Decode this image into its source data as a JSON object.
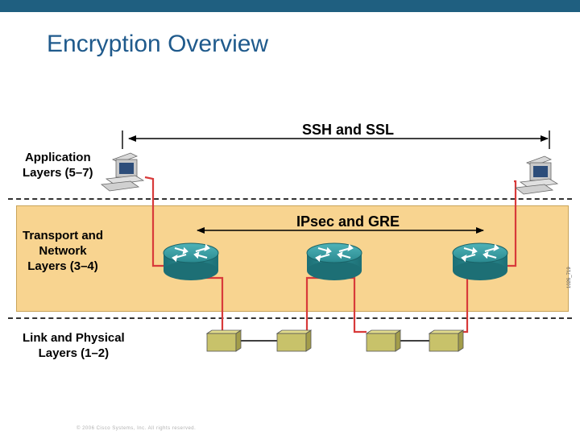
{
  "slide": {
    "title": "Encryption Overview",
    "copyright": "© 2006 Cisco Systems, Inc. All rights reserved.",
    "figure_code": "1026_719"
  },
  "layers": {
    "application": "Application\nLayers (5–7)",
    "transport": "Transport and\nNetwork\nLayers (3–4)",
    "link": "Link and Physical\nLayers (1–2)"
  },
  "spans": {
    "ssh_ssl": "SSH and SSL",
    "ipsec_gre": "IPsec and GRE"
  },
  "colors": {
    "title": "#1f5a8c",
    "top_bar": "#1f5f80",
    "band_fill": "#f8d490",
    "link_line": "#d83a3a",
    "router": "#2f8f95",
    "switch": "#c8c26a"
  }
}
